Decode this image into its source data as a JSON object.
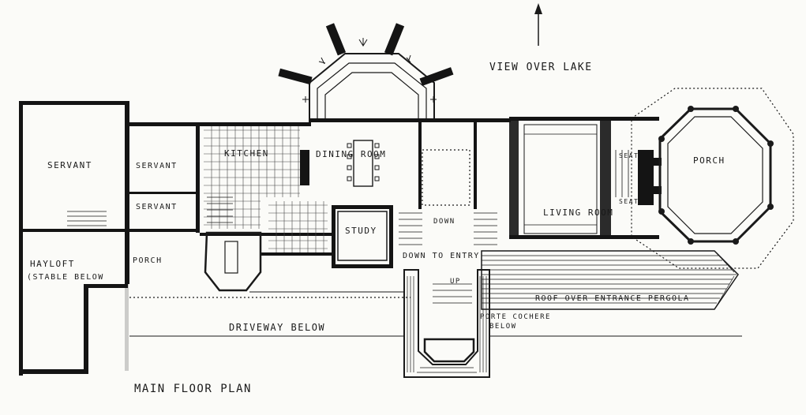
{
  "labels": {
    "view_over_lake": "VIEW OVER LAKE",
    "dining_room": "DINING ROOM",
    "kitchen": "KITCHEN",
    "servant_1": "SERVANT",
    "servant_2": "SERVANT",
    "servant_3": "SERVANT",
    "hayloft_line1": "HAYLOFT",
    "hayloft_line2": "(STABLE BELOW",
    "porch_small": "PORCH",
    "study": "STUDY",
    "down": "DOWN",
    "down_to_entry": "DOWN TO ENTRY",
    "up": "UP",
    "living_room": "LIVING ROOM",
    "porch_large": "PORCH",
    "seat_1": "SEAT",
    "seat_2": "SEAT",
    "roof_over_pergola": "ROOF OVER ENTRANCE PERGOLA",
    "porte_cochere_line1": "PORTE COCHERE",
    "porte_cochere_line2": "BELOW",
    "driveway_below": "DRIVEWAY BELOW",
    "main_floor_plan": "MAIN FLOOR PLAN"
  },
  "colors": {
    "ink": "#141414",
    "paper": "#fbfbf8"
  }
}
